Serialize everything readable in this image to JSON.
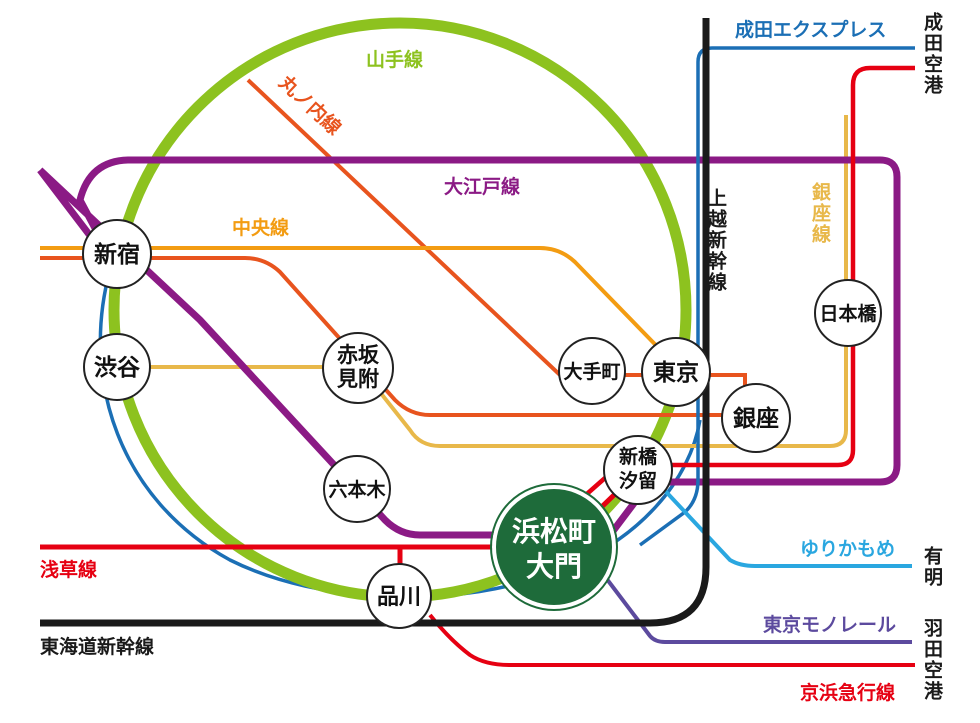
{
  "colors": {
    "yamanote": "#8dc21f",
    "marunouchi": "#e8541e",
    "oedo": "#8b1a85",
    "chuo": "#f39c12",
    "ginza_line": "#e8b84a",
    "narita_express": "#1b6fb5",
    "asakusa": "#e60012",
    "keikyu": "#e60012",
    "yurikamome": "#2aa7e0",
    "monorail": "#5c4a9e",
    "shinkansen": "#1a1a1a",
    "hibiya": "#b5b5ac",
    "featured_station": "#1e6b3a"
  },
  "lines": {
    "yamanote": "山手線",
    "marunouchi": "丸ノ内線",
    "oedo": "大江戸線",
    "chuo": "中央線",
    "ginza": "銀座線",
    "joetsu_shinkansen": "上越新幹線",
    "narita_express": "成田エクスプレス",
    "asakusa": "浅草線",
    "tokaido_shinkansen": "東海道新幹線",
    "yurikamome": "ゆりかもめ",
    "monorail": "東京モノレール",
    "keikyu": "京浜急行線"
  },
  "destinations": {
    "narita_airport": "成田空港",
    "ariake": "有明",
    "haneda_airport": "羽田空港"
  },
  "stations": {
    "shinjuku": "新宿",
    "shibuya": "渋谷",
    "akasaka_mitsuke_1": "赤坂",
    "akasaka_mitsuke_2": "見附",
    "roppongi": "六本木",
    "shinagawa": "品川",
    "otemachi": "大手町",
    "tokyo": "東京",
    "ginza": "銀座",
    "shimbashi_shiodome_1": "新橋",
    "shimbashi_shiodome_2": "汐留",
    "nihonbashi": "日本橋",
    "hamamatsucho_daimon_1": "浜松町",
    "hamamatsucho_daimon_2": "大門"
  }
}
